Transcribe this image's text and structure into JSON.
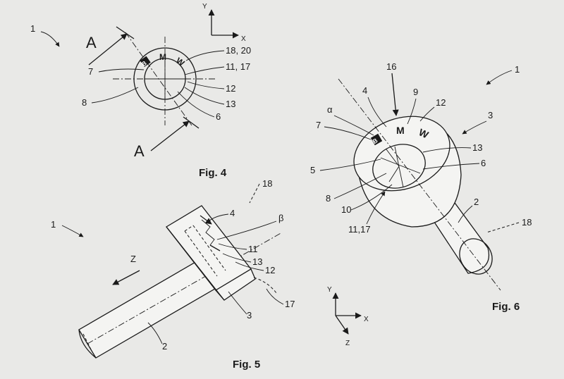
{
  "figures": {
    "fig4": {
      "caption": "Fig. 4",
      "section_marks": [
        "A",
        "A"
      ],
      "refs": [
        "1",
        "7",
        "8",
        "18, 20",
        "11, 17",
        "12",
        "13",
        "6"
      ],
      "emblem_letters": [
        "B",
        "M",
        "W"
      ],
      "axes": [
        "Y",
        "X"
      ]
    },
    "fig5": {
      "caption": "Fig. 5",
      "refs": [
        "1",
        "18",
        "4",
        "β",
        "11",
        "13",
        "12",
        "17",
        "3",
        "2",
        "Z"
      ],
      "axes": [
        "Y",
        "X",
        "Z"
      ]
    },
    "fig6": {
      "caption": "Fig. 6",
      "refs": [
        "1",
        "16",
        "4",
        "9",
        "12",
        "3",
        "α",
        "7",
        "13",
        "5",
        "6",
        "8",
        "10",
        "11,17",
        "2",
        "18"
      ],
      "emblem_letters": [
        "B",
        "M",
        "W"
      ]
    }
  },
  "colors": {
    "paper": "#e9e9e7",
    "ink": "#1a1a1a"
  }
}
